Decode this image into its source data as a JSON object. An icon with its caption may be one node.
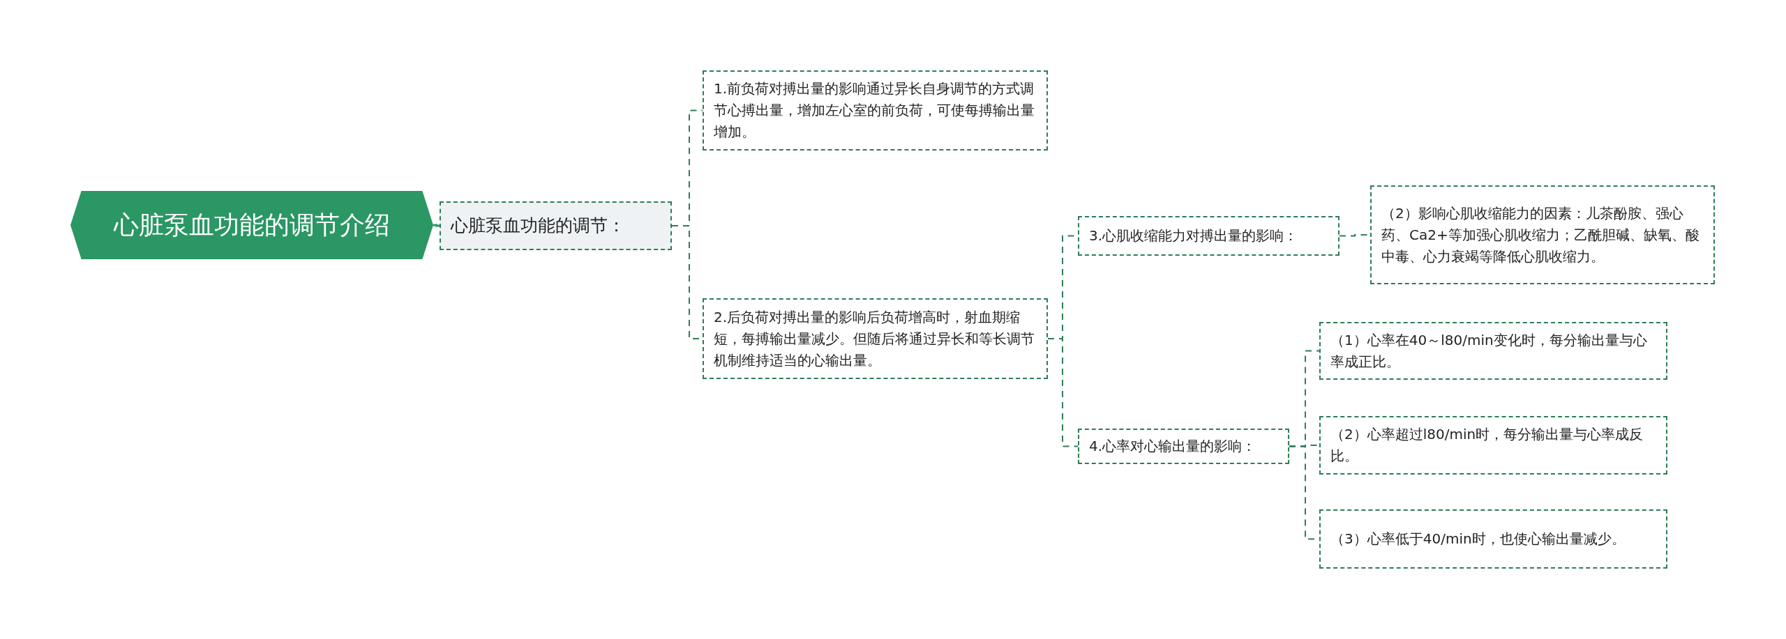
{
  "diagram": {
    "nodes": [
      {
        "text": [
          "心脏泵血功能的调节介绍"
        ]
      },
      {
        "text": [
          "心脏泵血功能的调节："
        ]
      },
      {
        "text": [
          "1.前负荷对搏出量的影响通过异长自身调节的方式调节心搏出量，增加左心室的前负荷，可使每搏输出量增加。"
        ]
      },
      {
        "text": [
          "2.后负荷对搏出量的影响后负荷增高时，射血期缩短，每搏输出量减少。但随后将通过异长和等长调节机制维持适当的心输出量。"
        ]
      },
      {
        "text": [
          "3.心肌收缩能力对搏出量的影响："
        ]
      },
      {
        "text": [
          "（2）影响心肌收缩能力的因素：儿茶酚胺、强心药、Ca2+等加强心肌收缩力；乙酰胆碱、缺氧、酸中毒、心力衰竭等降低心肌收缩力。"
        ]
      },
      {
        "text": [
          "4.心率对心输出量的影响："
        ]
      },
      {
        "text": [
          "（1）心率在40～l80/min变化时，每分输出量与心率成正比。"
        ]
      },
      {
        "text": [
          "（2）心率超过l80/min时，每分输出量与心率成反比。"
        ]
      },
      {
        "text": [
          "（3）心率低于40/min时，也使心输出量减少。"
        ]
      }
    ],
    "edges": [
      {
        "from": 0,
        "to": 1,
        "arrow": "none"
      },
      {
        "from": 1,
        "to": 2,
        "arrow": "none",
        "style": "dashed"
      },
      {
        "from": 1,
        "to": 3,
        "arrow": "none",
        "style": "dashed"
      },
      {
        "from": 3,
        "to": 4,
        "arrow": "none",
        "style": "dashed"
      },
      {
        "from": 3,
        "to": 6,
        "arrow": "none",
        "style": "dashed"
      },
      {
        "from": 4,
        "to": 5,
        "arrow": "none",
        "style": "dashed"
      },
      {
        "from": 6,
        "to": 7,
        "arrow": "none",
        "style": "dashed"
      },
      {
        "from": 6,
        "to": 8,
        "arrow": "none",
        "style": "dashed"
      },
      {
        "from": 6,
        "to": 9,
        "arrow": "none",
        "style": "dashed"
      }
    ]
  }
}
